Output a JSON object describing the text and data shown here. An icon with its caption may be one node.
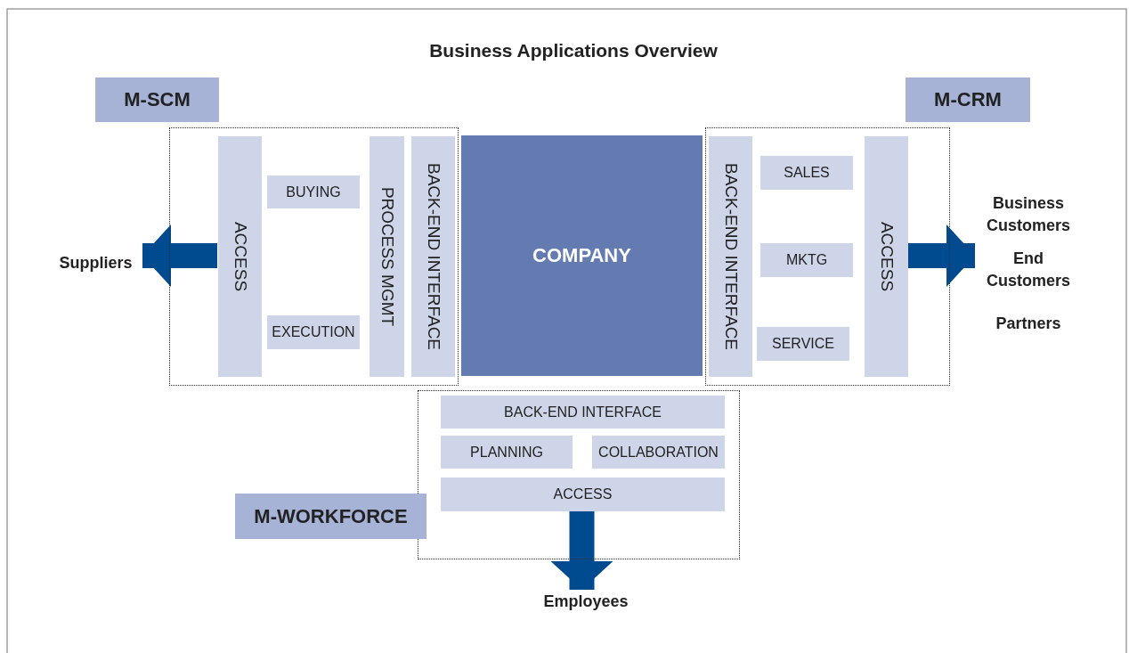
{
  "diagram": {
    "title": "Business Applications Overview",
    "nodes": [
      {
        "text": [
          "M-SCM"
        ]
      },
      {
        "text": [],
        "shape": "box"
      },
      {
        "text": [
          "ACCESS"
        ],
        "in": 1
      },
      {
        "text": [
          "BUYING"
        ],
        "in": 1
      },
      {
        "text": [
          "EXECUTION"
        ],
        "in": 1
      },
      {
        "text": [
          "PROCESS MGMT"
        ],
        "in": 1
      },
      {
        "text": [
          "BACK-END INTERFACE"
        ],
        "in": 1
      },
      {
        "text": [
          "COMPANY"
        ]
      },
      {
        "text": [
          "M-CRM"
        ]
      },
      {
        "text": [],
        "shape": "box"
      },
      {
        "text": [
          "BACK-END INTERFACE"
        ],
        "in": 9
      },
      {
        "text": [
          "SALES"
        ],
        "in": 9
      },
      {
        "text": [
          "MKTG"
        ],
        "in": 9
      },
      {
        "text": [
          "SERVICE"
        ],
        "in": 9
      },
      {
        "text": [
          "ACCESS"
        ],
        "in": 9
      },
      {
        "text": [],
        "shape": "box"
      },
      {
        "text": [
          "BACK-END INTERFACE"
        ],
        "in": 15
      },
      {
        "text": [
          "PLANNING"
        ],
        "in": 15
      },
      {
        "text": [
          "COLLABORATION"
        ],
        "in": 15
      },
      {
        "text": [
          "ACCESS"
        ],
        "in": 15
      },
      {
        "text": [
          "M-WORKFORCE"
        ]
      },
      {
        "text": [
          "Suppliers"
        ]
      },
      {
        "text": [
          "Business Customers",
          "End Customers",
          "Partners"
        ]
      },
      {
        "text": [
          "Employees"
        ]
      }
    ],
    "edges": [
      {
        "from": 2,
        "to": 21,
        "arrow": "to"
      },
      {
        "from": 14,
        "to": 22,
        "arrow": "to"
      },
      {
        "from": 19,
        "to": 23,
        "arrow": "to"
      }
    ]
  }
}
